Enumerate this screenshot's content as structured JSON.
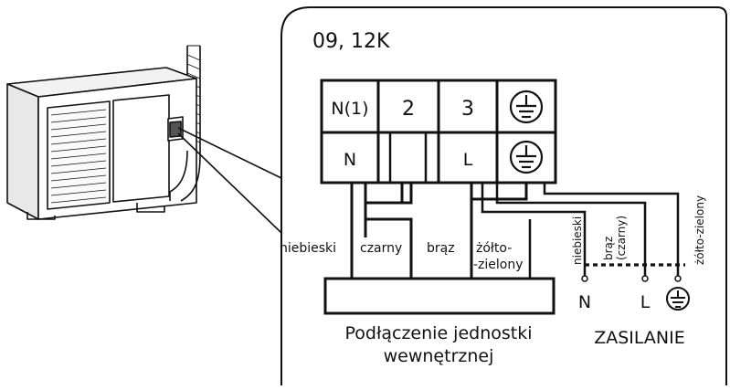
{
  "model": "09, 12K",
  "terminal_top": [
    "N(1)",
    "2",
    "3"
  ],
  "terminal_bottom": [
    "N",
    "",
    "L"
  ],
  "earth_icon": "earth-ground-icon",
  "wires_indoor": [
    "niebieski",
    "czarny",
    "brąz",
    "żółto-\n-zielony"
  ],
  "wires_supply": [
    "niebieski",
    "brąz\n(czarny)",
    "żółto-zielony"
  ],
  "supply_terminals": [
    "N",
    "L"
  ],
  "indoor_caption_line1": "Podłączenie jednostki",
  "indoor_caption_line2": "wewnętrznej",
  "supply_caption": "ZASILANIE"
}
